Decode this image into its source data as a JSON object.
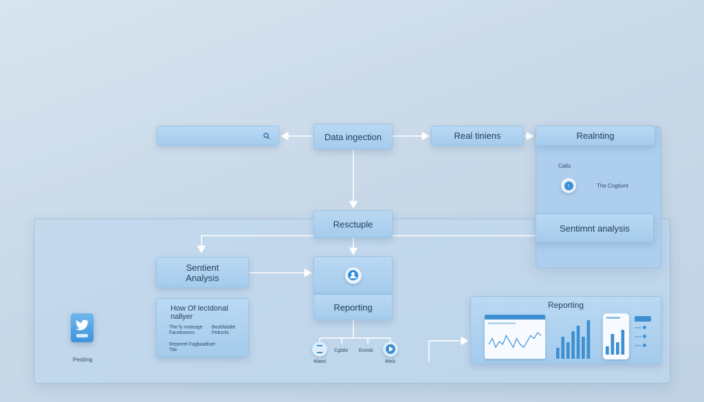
{
  "nodes": {
    "search_bar": "",
    "data_ingestion": "Data ingection",
    "real_time": "Real tiniens",
    "reporting_panel_title": "Realnting",
    "calls_label": "Calts",
    "the_content_label": "The Cngtiont",
    "sentiment_analysis_right": "Sentimnt analysis",
    "resample": "Resctuple",
    "sentiment_analysis_left": "Sentient\nAnalysis",
    "reporting_center": "Reporting",
    "how_of_box": {
      "title": "How Of lectdonal\nnallyer",
      "left_top": "The fy moteage\nFacebooors",
      "right_top": "Bosbfalalte\nPebsnls",
      "bottom": "Reprerel Fagboaltiser\nTite"
    },
    "twitter_label": "Pestiing",
    "bottom_icons": [
      "Waed",
      "Cgbtle",
      "Enrtob",
      "Welz"
    ],
    "reporting_dashboard_title": "Reporting"
  },
  "colors": {
    "accent": "#2f8fd8",
    "box": "#a9cdee",
    "arrow": "#ffffff"
  },
  "chart_data": [
    {
      "type": "line",
      "x": [
        1,
        2,
        3,
        4,
        5,
        6,
        7,
        8,
        9,
        10,
        11,
        12,
        13,
        14,
        15,
        16
      ],
      "values": [
        3,
        5,
        2,
        4,
        3,
        6,
        4,
        2,
        5,
        3,
        2,
        4,
        6,
        5,
        7,
        6
      ]
    },
    {
      "type": "bar",
      "values": [
        2,
        4,
        3,
        5,
        6,
        4,
        7
      ]
    },
    {
      "type": "bar",
      "values": [
        2,
        5,
        3,
        6
      ]
    }
  ]
}
